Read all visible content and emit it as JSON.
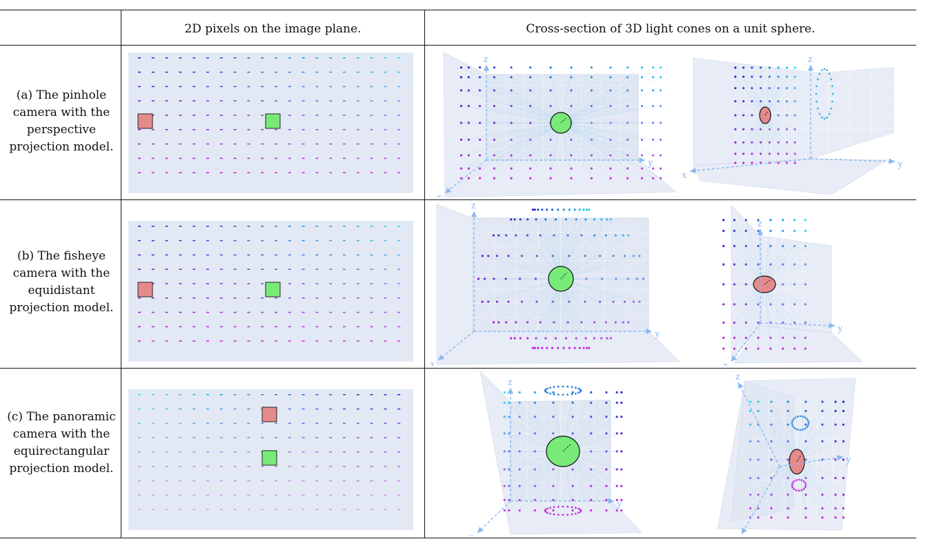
{
  "header": {
    "col2": "2D pixels on the image plane.",
    "col3": "Cross-section of 3D light cones on a unit sphere."
  },
  "rows": [
    {
      "label": [
        "(a) The pinhole",
        "camera with the",
        "perspective",
        "projection model."
      ]
    },
    {
      "label": [
        "(b) The fisheye",
        "camera with the",
        "equidistant",
        "projection model."
      ]
    },
    {
      "label": [
        "(c) The panoramic",
        "camera with the",
        "equirectangular",
        "projection model."
      ]
    }
  ],
  "axes": {
    "x": "x",
    "y": "y",
    "z": "z"
  },
  "colors": {
    "panel_bg": "#e3e9f4",
    "pixel_gradient": [
      "#2222c8",
      "#22e0f0",
      "#e020e0"
    ],
    "patch_red": "#e58a8a",
    "patch_green": "#78ea78",
    "axis_line": "#8ab8f0"
  }
}
